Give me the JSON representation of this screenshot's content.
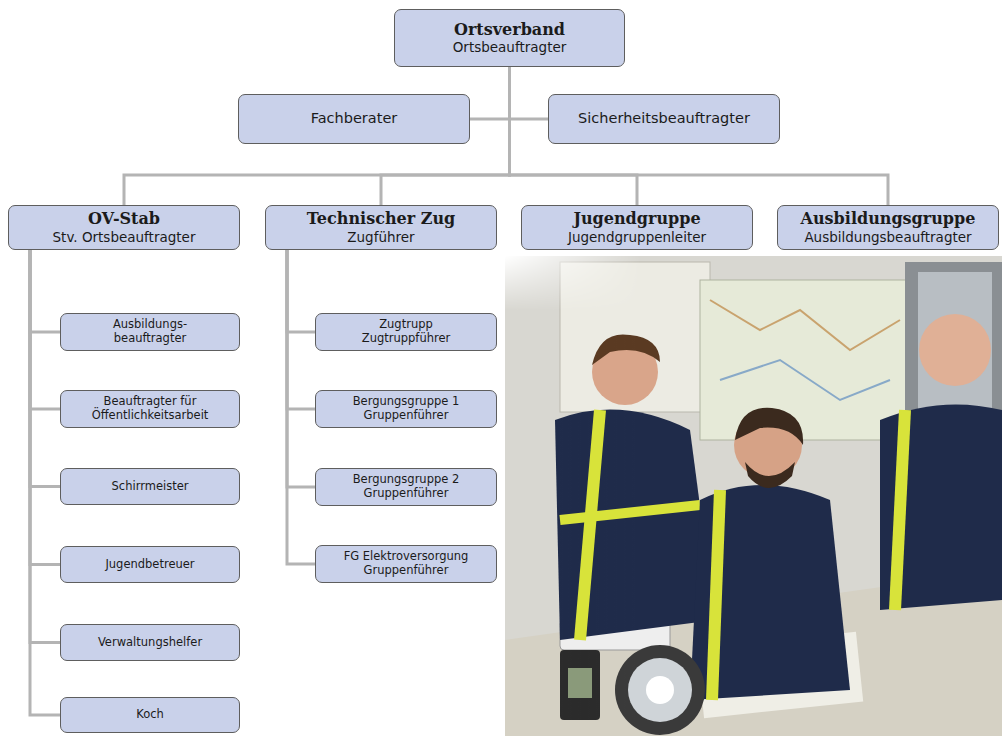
{
  "diagram": {
    "nodes": [
      {
        "text": [
          "Ortsverband",
          "Ortsbeauftragter"
        ]
      },
      {
        "text": [
          "Fachberater"
        ]
      },
      {
        "text": [
          "Sicherheitsbeauftragter"
        ]
      },
      {
        "text": [
          "OV-Stab",
          "Stv. Ortsbeauftragter"
        ]
      },
      {
        "text": [
          "Technischer Zug",
          "Zugführer"
        ]
      },
      {
        "text": [
          "Jugendgruppe",
          "Jugendgruppenleiter"
        ]
      },
      {
        "text": [
          "Ausbildungsgruppe",
          "Ausbildungsbeauftragter"
        ]
      },
      {
        "text": [
          "Ausbildungs- beauftragter"
        ]
      },
      {
        "text": [
          "Beauftragter für Öffentlichkeitsarbeit"
        ]
      },
      {
        "text": [
          "Schirrmeister"
        ]
      },
      {
        "text": [
          "Jugendbetreuer"
        ]
      },
      {
        "text": [
          "Verwaltungshelfer"
        ]
      },
      {
        "text": [
          "Koch"
        ]
      },
      {
        "text": [
          "Zugtrupp",
          "Zugtruppführer"
        ]
      },
      {
        "text": [
          "Bergungsgruppe 1",
          "Gruppenführer"
        ]
      },
      {
        "text": [
          "Bergungsgruppe 2",
          "Gruppenführer"
        ]
      },
      {
        "text": [
          "FG Elektroversorgung",
          "Gruppenführer"
        ]
      }
    ],
    "edges": [
      {
        "from": 0,
        "to": 1,
        "arrow": "none"
      },
      {
        "from": 0,
        "to": 2,
        "arrow": "none"
      },
      {
        "from": 0,
        "to": 3,
        "arrow": "none"
      },
      {
        "from": 0,
        "to": 4,
        "arrow": "none"
      },
      {
        "from": 0,
        "to": 5,
        "arrow": "none"
      },
      {
        "from": 0,
        "to": 6,
        "arrow": "none"
      },
      {
        "from": 3,
        "to": 7,
        "arrow": "none"
      },
      {
        "from": 3,
        "to": 8,
        "arrow": "none"
      },
      {
        "from": 3,
        "to": 9,
        "arrow": "none"
      },
      {
        "from": 3,
        "to": 10,
        "arrow": "none"
      },
      {
        "from": 3,
        "to": 11,
        "arrow": "none"
      },
      {
        "from": 3,
        "to": 12,
        "arrow": "none"
      },
      {
        "from": 4,
        "to": 13,
        "arrow": "none"
      },
      {
        "from": 4,
        "to": 14,
        "arrow": "none"
      },
      {
        "from": 4,
        "to": 15,
        "arrow": "none"
      },
      {
        "from": 4,
        "to": 16,
        "arrow": "none"
      }
    ]
  }
}
